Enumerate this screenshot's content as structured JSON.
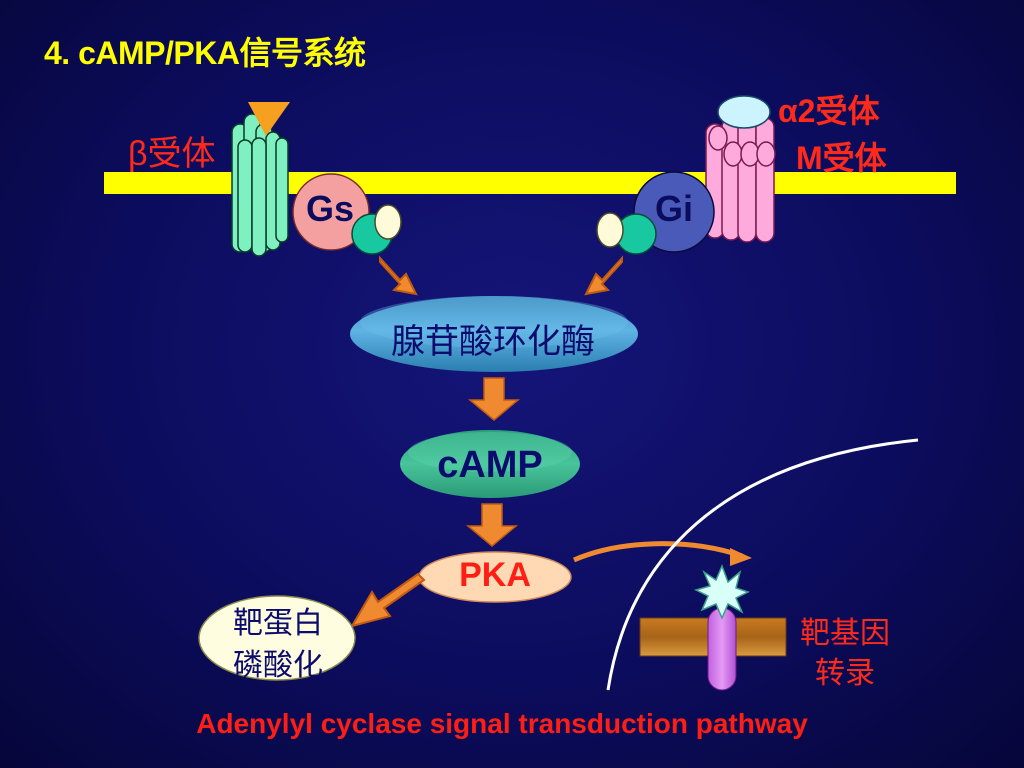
{
  "title": "4. cAMP/PKA信号系统",
  "receptor_left": {
    "label": "β受体"
  },
  "receptor_right": {
    "label_line1": "α2受体",
    "label_line2": "M受体"
  },
  "g_proteins": {
    "stimulatory": "Gs",
    "inhibitory": "Gi"
  },
  "nodes": {
    "adenylyl_cyclase": "腺苷酸环化酶",
    "camp": "cAMP",
    "pka": "PKA"
  },
  "outputs": {
    "target_protein_line1": "靶蛋白",
    "target_protein_line2": "磷酸化",
    "target_gene_line1": "靶基因",
    "target_gene_line2": "转录"
  },
  "footer": "Adenylyl cyclase signal transduction pathway",
  "colors": {
    "background": "#0c0c5e",
    "title": "#ffff00",
    "membrane": "#ffff00",
    "label_red": "#ff2a1a",
    "arrow": "#f08a30",
    "receptor_left": "#7ff0c0",
    "receptor_right": "#ffaadd",
    "gs": "#f4a0a0",
    "gi": "#4a5ab8"
  }
}
